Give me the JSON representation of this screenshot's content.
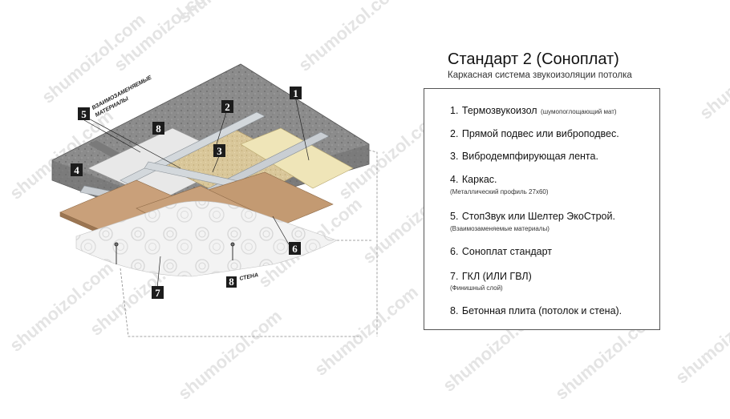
{
  "header": {
    "title": "Стандарт 2 (Соноплат)",
    "subtitle": "Каркасная система звукоизоляции потолка"
  },
  "legend": {
    "items": [
      {
        "number": "1.",
        "text": "Термозвукоизол",
        "note": "(шумопоглощающий мат)",
        "sub": ""
      },
      {
        "number": "2.",
        "text": "Прямой подвес или виброподвес.",
        "note": "",
        "sub": ""
      },
      {
        "number": "3.",
        "text": "Вибродемпфирующая лента.",
        "note": "",
        "sub": ""
      },
      {
        "number": "4.",
        "text": "Каркас.",
        "note": "",
        "sub": "(Металлический профиль 27х60)"
      },
      {
        "number": "5.",
        "text": "СтопЗвук или Шелтер ЭкоСтрой.",
        "note": "",
        "sub": "(Взаимозаменяемые материалы)"
      },
      {
        "number": "6.",
        "text": "Соноплат стандарт",
        "note": "",
        "sub": ""
      },
      {
        "number": "7.",
        "text": "ГКЛ (ИЛИ ГВЛ)",
        "note": "",
        "sub": "(Финишный слой)"
      },
      {
        "number": "8.",
        "text": "Бетонная плита (потолок и стена).",
        "note": "",
        "sub": ""
      }
    ]
  },
  "diagram": {
    "tags": [
      "1",
      "2",
      "3",
      "4",
      "5",
      "6",
      "7",
      "8",
      "8"
    ],
    "tag5_caption_line1": "ВЗАИМОЗАМЕНЯЕМЫЕ",
    "tag5_caption_line2": "МАТЕРИАЛЫ",
    "tag8_caption": "СТЕНА"
  },
  "watermark": "shumoizol.com",
  "colors": {
    "concrete": "#8a8a8a",
    "insulation": "#efe5b8",
    "sonoplat": "#c8a07a",
    "drywall": "#f2f2f2",
    "metal": "#c9ced3",
    "tag": "#1c1c1c",
    "border": "#555555"
  }
}
